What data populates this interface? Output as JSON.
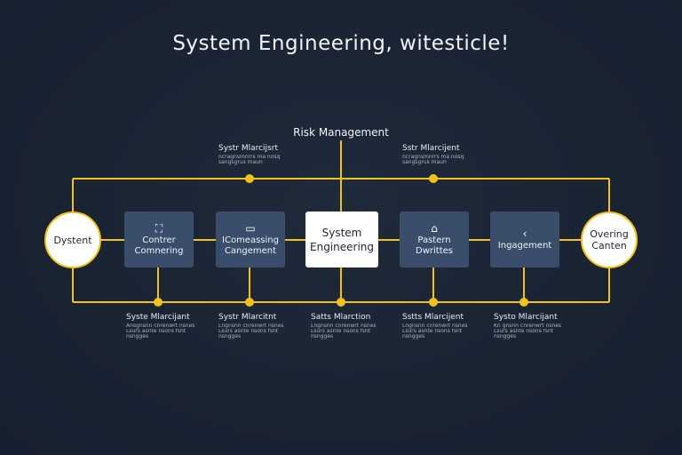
{
  "title": "System Engineering, witesticle!",
  "top_label": "Risk Management",
  "colors": {
    "background": "#1b2433",
    "connector": "#f1c21b",
    "box_fill": "#3a4e6c",
    "highlight_fill": "#ffffff"
  },
  "nodes": {
    "left_circle": {
      "label": "Dystent"
    },
    "box1": {
      "icon": "diagram-icon",
      "glyph": "⛶",
      "line1": "Contrer",
      "line2": "Comnering"
    },
    "box2": {
      "icon": "monitor-icon",
      "glyph": "▭",
      "line1": "IComeassing",
      "line2": "Cangement"
    },
    "center": {
      "line1": "System",
      "line2": "Engineering"
    },
    "box4": {
      "icon": "home-icon",
      "glyph": "⌂",
      "line1": "Pastern",
      "line2": "Dwrittes"
    },
    "box5": {
      "icon": "chevron-left-icon",
      "glyph": "‹",
      "line1": "Ingagement",
      "line2": ""
    },
    "right_circle": {
      "line1": "Overing",
      "line2": "Canten"
    }
  },
  "top_notes": [
    {
      "title": "Systr Mlarcijsrt",
      "lines": [
        "ncragnsmnrrs ma nosq",
        "sangsgrus mauh"
      ]
    },
    {
      "title": "Sstr Mlarcijent",
      "lines": [
        "ncragnsmnrrs ma nosq",
        "sangsgrus mauh"
      ]
    }
  ],
  "bottom_notes": [
    {
      "title": "Syste Mlarcijant",
      "lines": [
        "Ansgnsnn cnrenwrt nsnes",
        "Lsurs asnte nsons fsnt",
        "nsngges"
      ]
    },
    {
      "title": "Systr Mlarcitnt",
      "lines": [
        "Lngnsnn cnrenwrt nsnes",
        "Lsurs asnte nsons fsnt",
        "nsngges"
      ]
    },
    {
      "title": "Satts Mlarction",
      "lines": [
        "Lngnsnn cnrenwrt nsnes",
        "Lsurs asnte nsons fsnt",
        "nsngges"
      ]
    },
    {
      "title": "Sstts Mlarcijent",
      "lines": [
        "Lngnsnn cnrenwrt nsnes",
        "Lsurs asnte nsons fsnt",
        "nsngges"
      ]
    },
    {
      "title": "Systo Mlarcijant",
      "lines": [
        "Kn gnsnn cnrenwrt nsnes",
        "Lsurs asnte nsons fsnt",
        "nsngges"
      ]
    }
  ]
}
